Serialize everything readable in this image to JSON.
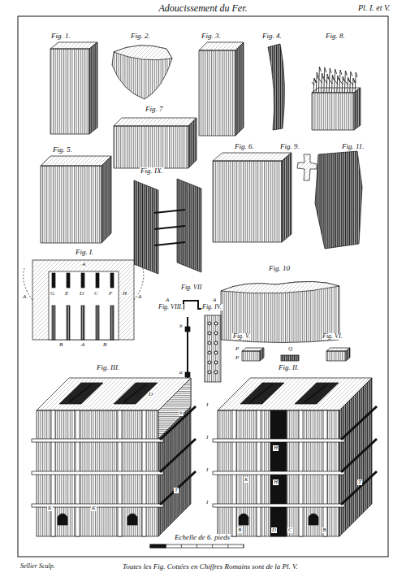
{
  "diagram": {
    "title": "Adoucissement du Fer.",
    "caption": "Toutes les Fig. Cottées en Chiffres Romains sont de la Pl. V.",
    "labels": [
      "Pl. I. et V.",
      "Fig. 1.",
      "Fig. 2.",
      "Fig. 3.",
      "Fig. 4.",
      "Fig. 8.",
      "Fig. 7",
      "Fig. 5.",
      "Fig. 6.",
      "Fig. 9.",
      "Fig. 11.",
      "Fig. IX.",
      "Fig. I.",
      "Fig. 10",
      "Fig. VII",
      "Fig. VIII.",
      "Fig. IV.",
      "Fig. V.",
      "Fig. VI.",
      "Fig. III.",
      "Fig. II.",
      "A",
      "A",
      "G",
      "E",
      "D",
      "C",
      "F",
      "H",
      "A",
      "B",
      "A",
      "B",
      "A",
      "A",
      "b",
      "a",
      "b",
      "P",
      "P",
      "Q",
      "D",
      "K",
      "K",
      "T",
      "I",
      "I",
      "I",
      "I",
      "K",
      "H",
      "H",
      "T",
      "B",
      "D",
      "C",
      "B",
      "Echelle de 6. pieds",
      "Sellier Sculp."
    ]
  }
}
